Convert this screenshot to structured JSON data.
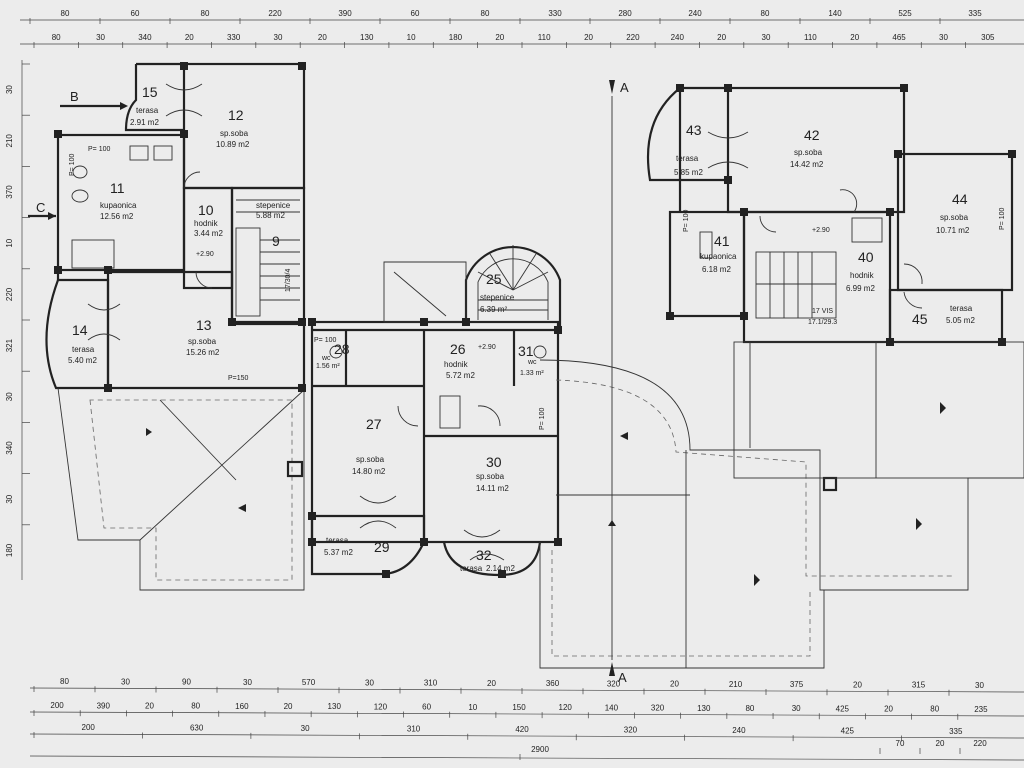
{
  "dims": {
    "top1": [
      "80",
      "60",
      "80",
      "220",
      "390",
      "60",
      "80",
      "330",
      "280",
      "240",
      "80",
      "140",
      "525",
      "335"
    ],
    "top2": [
      "80",
      "30",
      "340",
      "20",
      "330",
      "30",
      "20",
      "130",
      "10",
      "180",
      "20",
      "110",
      "20",
      "220",
      "240",
      "20",
      "30",
      "110",
      "20",
      "465",
      "30",
      "305"
    ],
    "left": [
      "30",
      "210",
      "370",
      "10",
      "220",
      "321",
      "30",
      "340",
      "30",
      "180"
    ],
    "bot1": [
      "80",
      "30",
      "90",
      "30",
      "570",
      "30",
      "310",
      "20",
      "360",
      "320",
      "20",
      "210",
      "375",
      "20",
      "315",
      "30"
    ],
    "bot2": [
      "200",
      "390",
      "20",
      "80",
      "160",
      "20",
      "130",
      "120",
      "60",
      "10",
      "150",
      "120",
      "140",
      "320",
      "130",
      "80",
      "30",
      "425",
      "20",
      "80",
      "235"
    ],
    "bot2b": [
      "70",
      "20",
      "220"
    ],
    "bot3": [
      "200",
      "630",
      "30",
      "310",
      "420",
      "320",
      "240",
      "425",
      "335"
    ],
    "bot4": [
      "2900"
    ]
  },
  "section": {
    "a_top": "A",
    "a_bottom": "A",
    "b": "B",
    "c": "C"
  },
  "rooms": [
    {
      "id": "r11",
      "num": "11",
      "name": "kupaonica",
      "area": "12.56 m2"
    },
    {
      "id": "r12",
      "num": "12",
      "name": "sp.soba",
      "area": "10.89 m2"
    },
    {
      "id": "r13",
      "num": "13",
      "name": "sp.soba",
      "area": "15.26 m2"
    },
    {
      "id": "r14",
      "num": "14",
      "name": "terasa",
      "area": "5.40 m2"
    },
    {
      "id": "r15",
      "num": "15",
      "name": "terasa",
      "area": "2.91 m2"
    },
    {
      "id": "r10",
      "num": "10",
      "name": "hodnik",
      "area": "3.44 m2"
    },
    {
      "id": "r9",
      "num": "9",
      "name": "stepenice",
      "area": "5.88 m2"
    },
    {
      "id": "r25",
      "num": "25",
      "name": "stepenice",
      "area": "6.39 m²"
    },
    {
      "id": "r26",
      "num": "26",
      "name": "hodnik",
      "area": "5.72 m2"
    },
    {
      "id": "r27",
      "num": "27",
      "name": "sp.soba",
      "area": "14.80 m2"
    },
    {
      "id": "r28",
      "num": "28",
      "name": "wc",
      "area": "1.56 m²"
    },
    {
      "id": "r29",
      "num": "29",
      "name": "terasa",
      "area": "5.37 m2"
    },
    {
      "id": "r30",
      "num": "30",
      "name": "sp.soba",
      "area": "14.11 m2"
    },
    {
      "id": "r31",
      "num": "31",
      "name": "wc",
      "area": "1.33 m²"
    },
    {
      "id": "r32",
      "num": "32",
      "name": "terasa",
      "area": "2.14 m2"
    },
    {
      "id": "r40",
      "num": "40",
      "name": "hodnik",
      "area": "6.99 m2"
    },
    {
      "id": "r41",
      "num": "41",
      "name": "kupaonica",
      "area": "6.18 m2"
    },
    {
      "id": "r42",
      "num": "42",
      "name": "sp.soba",
      "area": "14.42 m2"
    },
    {
      "id": "r43",
      "num": "43",
      "name": "terasa",
      "area": "5.85 m2"
    },
    {
      "id": "r44",
      "num": "44",
      "name": "sp.soba",
      "area": "10.71 m2"
    },
    {
      "id": "r45",
      "num": "45",
      "name": "terasa",
      "area": "5.05 m2"
    }
  ],
  "notes": {
    "p100_a": "P= 100",
    "p100_b": "P= 100",
    "p100_c": "P= 100",
    "p100_d": "P= 100",
    "p100_e": "P= 100",
    "p100_f": "P= 100",
    "p150": "P=150",
    "lvl_a": "+2.90",
    "lvl_b": "+2.90",
    "lvl_c": "+2.90",
    "stair_a": "17/30/4",
    "stair_b": "17.1/29.3",
    "stair_c": "17 VIS"
  }
}
